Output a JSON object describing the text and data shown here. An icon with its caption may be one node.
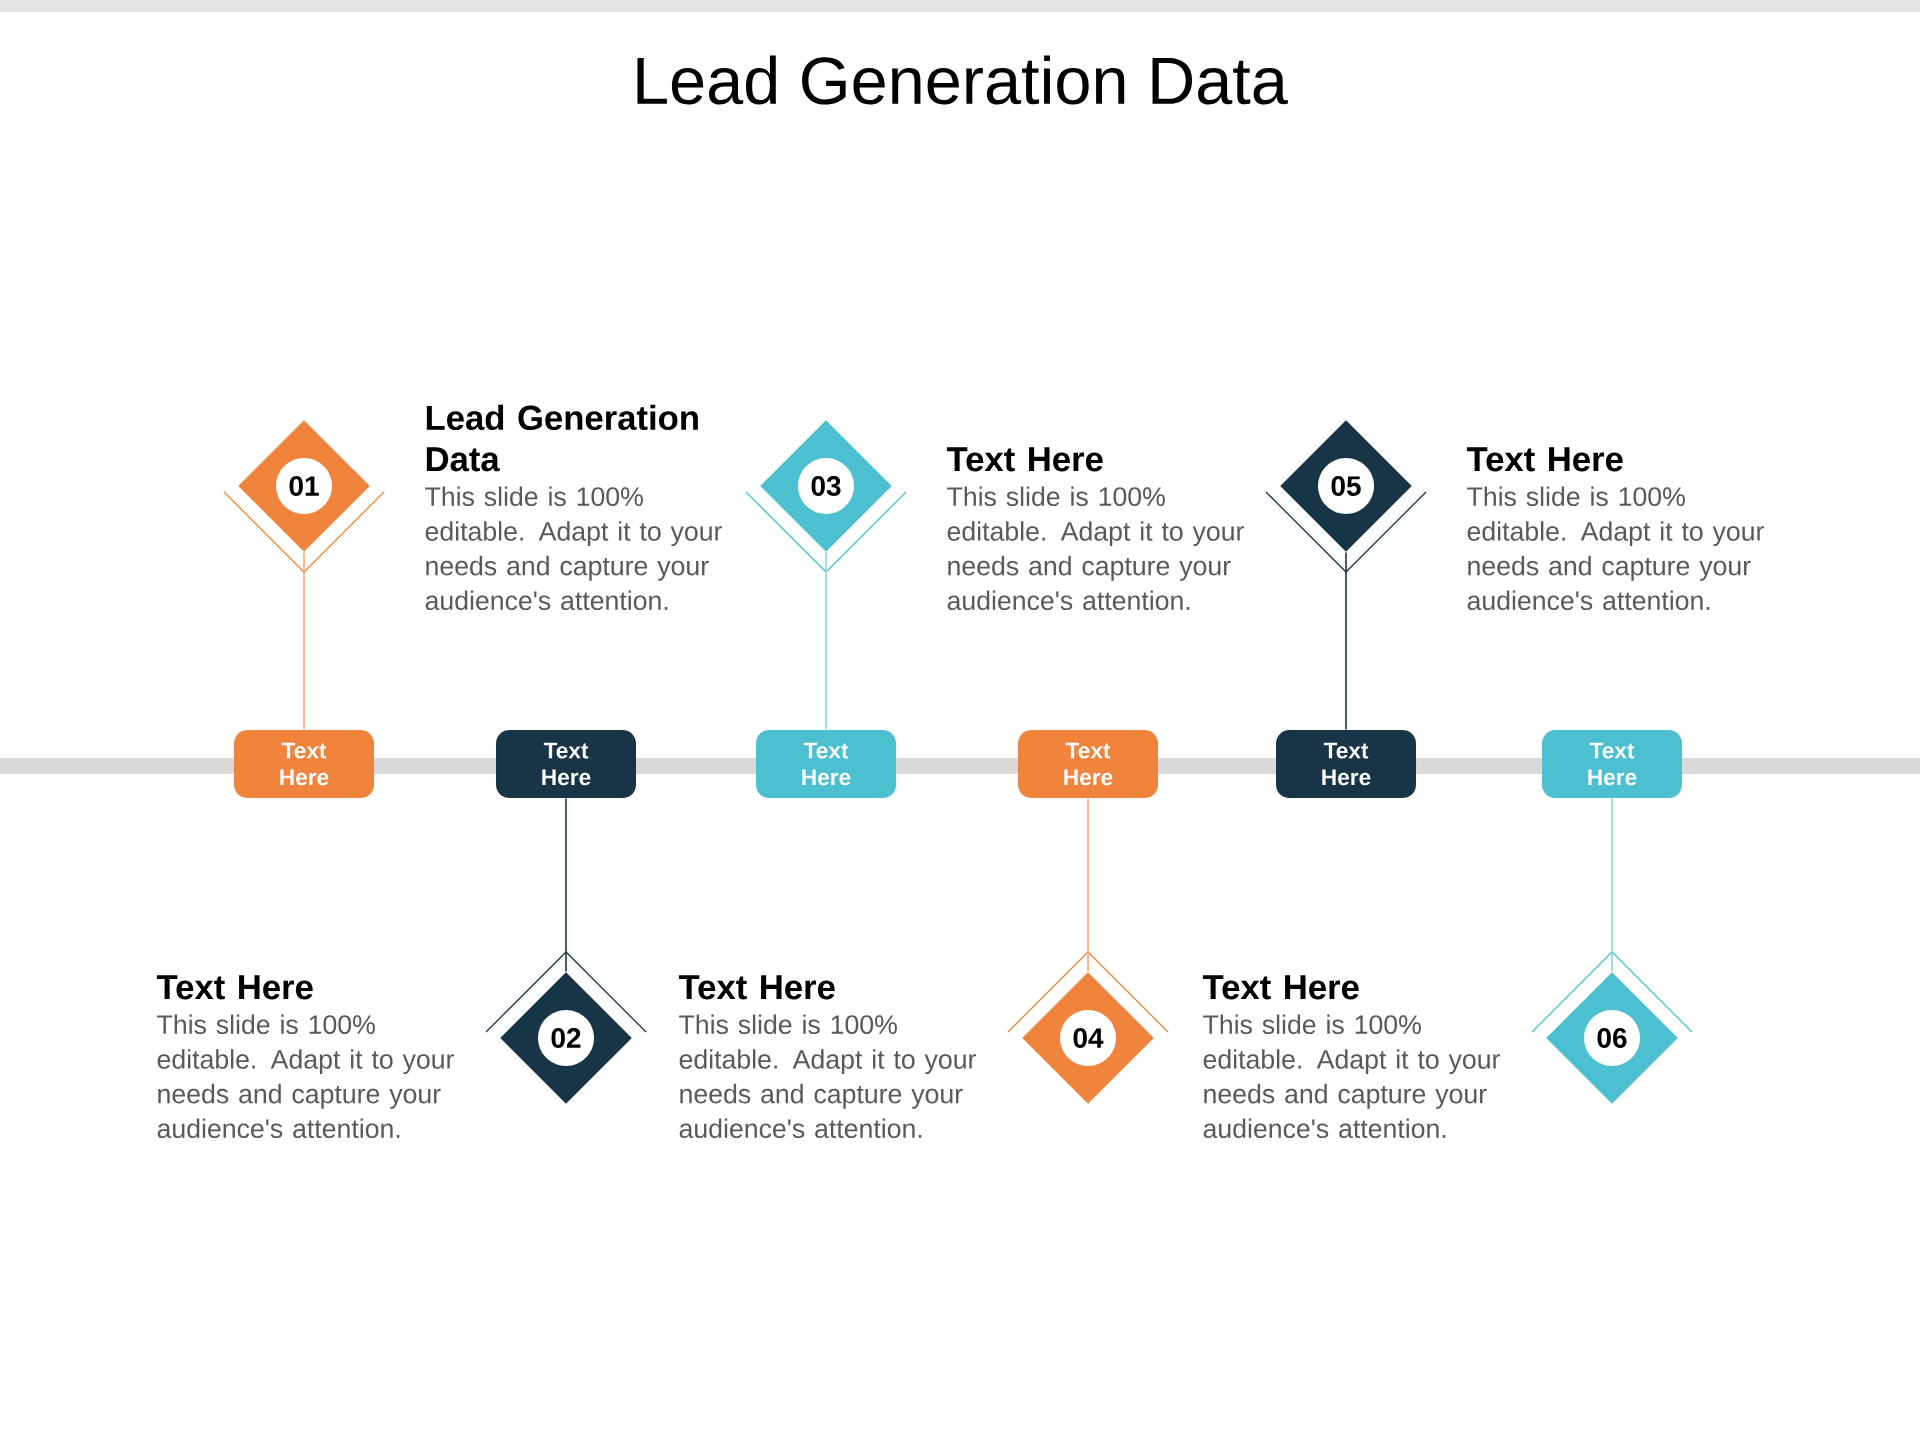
{
  "diagram": {
    "title": "Lead Generation Data",
    "nodes": [
      {
        "text": [
          "01"
        ],
        "beside": [
          "Lead Generation Data",
          "This slide is 100% editable. Adapt it to your needs and capture your audience's attention."
        ]
      },
      {
        "text": [
          "02"
        ],
        "beside": [
          "Text Here",
          "This slide is 100% editable. Adapt it to your needs and capture your audience's attention."
        ]
      },
      {
        "text": [
          "03"
        ],
        "beside": [
          "Text Here",
          "This slide is 100% editable. Adapt it to your needs and capture your audience's attention."
        ]
      },
      {
        "text": [
          "04"
        ],
        "beside": [
          "Text Here",
          "This slide is 100% editable. Adapt it to your needs and capture your audience's attention."
        ]
      },
      {
        "text": [
          "05"
        ],
        "beside": [
          "Text Here",
          "This slide is 100% editable. Adapt it to your needs and capture your audience's attention."
        ]
      },
      {
        "text": [
          "06"
        ],
        "beside": [
          "Text Here",
          "This slide is 100% editable. Adapt it to your needs and capture your audience's attention."
        ]
      },
      {
        "text": [
          "Text Here"
        ]
      },
      {
        "text": [
          "Text Here"
        ]
      },
      {
        "text": [
          "Text Here"
        ]
      },
      {
        "text": [
          "Text Here"
        ]
      },
      {
        "text": [
          "Text Here"
        ]
      },
      {
        "text": [
          "Text Here"
        ]
      }
    ],
    "edges": [
      {
        "from": 0,
        "to": 6,
        "arrow": "none",
        "color": "#f4a77a"
      },
      {
        "from": 1,
        "to": 7,
        "arrow": "none",
        "color": "#183447"
      },
      {
        "from": 2,
        "to": 8,
        "arrow": "none",
        "color": "#8dd3de"
      },
      {
        "from": 3,
        "to": 9,
        "arrow": "none",
        "color": "#f4a77a"
      },
      {
        "from": 4,
        "to": 10,
        "arrow": "none",
        "color": "#183447"
      },
      {
        "from": 5,
        "to": 11,
        "arrow": "none",
        "color": "#8dd3de"
      }
    ]
  }
}
